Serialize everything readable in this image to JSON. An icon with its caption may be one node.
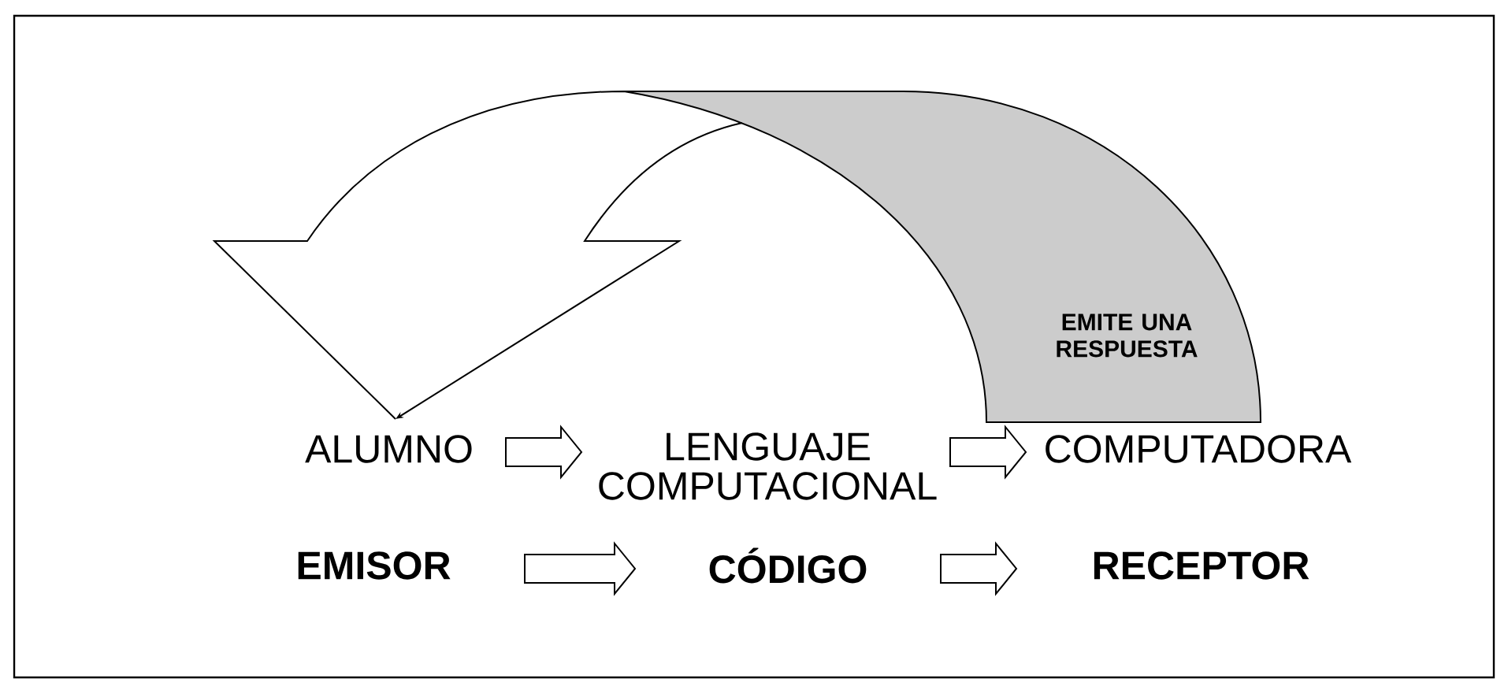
{
  "diagram": {
    "nodes": [
      {
        "text": [
          "ALUMNO"
        ]
      },
      {
        "text": [
          "LENGUAJE COMPUTACIONAL"
        ]
      },
      {
        "text": [
          "COMPUTADORA"
        ]
      },
      {
        "text": [
          "EMISOR"
        ]
      },
      {
        "text": [
          "CÓDIGO"
        ]
      },
      {
        "text": [
          "RECEPTOR"
        ]
      }
    ],
    "edges": [
      {
        "from": 0,
        "to": 1,
        "arrow": "to"
      },
      {
        "from": 1,
        "to": 2,
        "arrow": "to"
      },
      {
        "from": 3,
        "to": 4,
        "arrow": "to"
      },
      {
        "from": 4,
        "to": 5,
        "arrow": "to"
      },
      {
        "from": 2,
        "to": 0,
        "arrow": "to",
        "label": "EMITE UNA RESPUESTA"
      }
    ]
  }
}
